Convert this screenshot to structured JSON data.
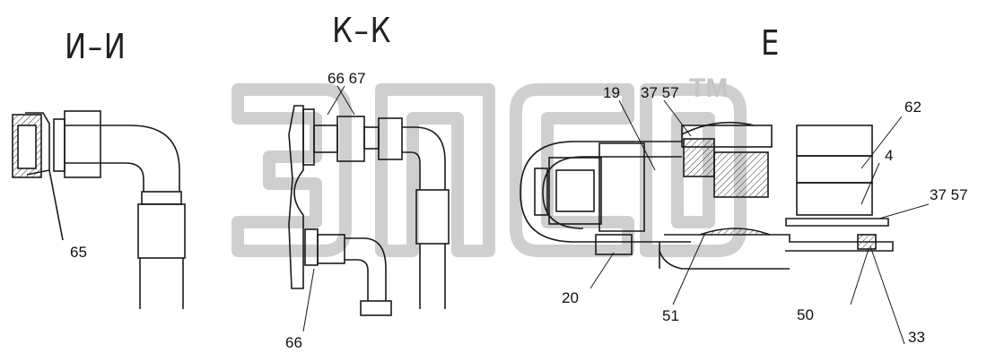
{
  "views": {
    "view_1": "И–И",
    "view_2": "К–К",
    "view_3": "Е"
  },
  "watermark": {
    "trademark": "TM",
    "logo_text": "ЭПСД",
    "color": "#cfcfcf"
  },
  "callouts": {
    "c65": "65",
    "c66_67": "66 67",
    "c66": "66",
    "c19": "19",
    "c37_57_top": "37 57",
    "c62": "62",
    "c4": "4",
    "c37_57_right": "37 57",
    "c20": "20",
    "c51": "51",
    "c50": "50",
    "c33": "33"
  },
  "colors": {
    "line": "#1a1a1a",
    "hatch": "#333333",
    "background": "#ffffff"
  }
}
